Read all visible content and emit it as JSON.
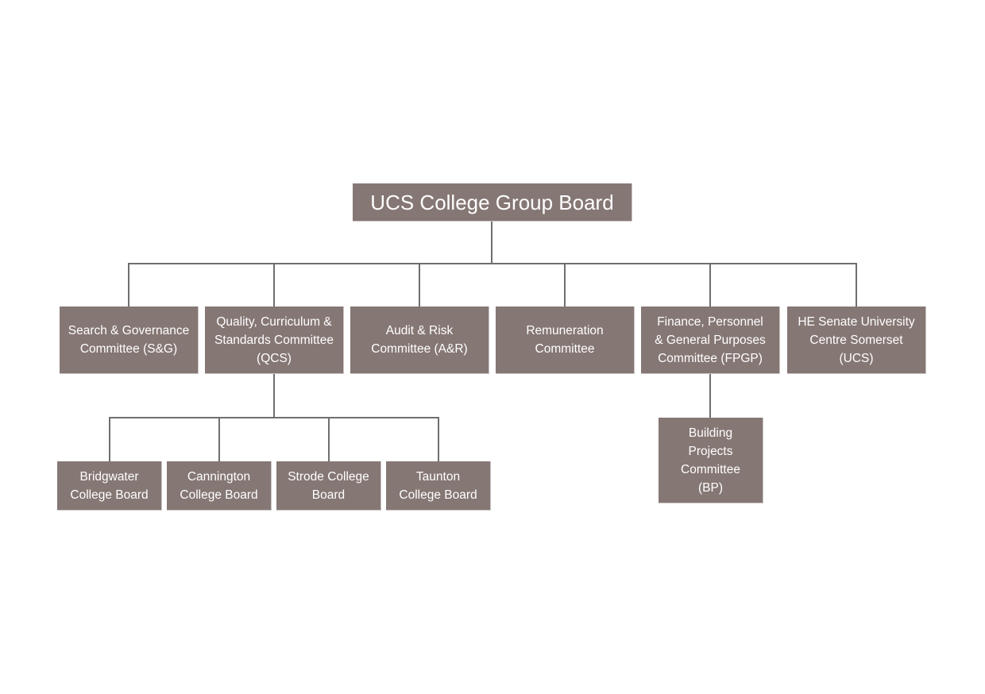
{
  "diagram": {
    "root": {
      "label": "UCS College Group Board"
    },
    "committees": [
      {
        "label": "Search & Governance\nCommittee (S&G)"
      },
      {
        "label": "Quality, Curriculum &\nStandards Committee\n(QCS)"
      },
      {
        "label": "Audit & Risk\nCommittee (A&R)"
      },
      {
        "label": "Remuneration\nCommittee"
      },
      {
        "label": "Finance, Personnel\n& General Purposes\nCommittee (FPGP)"
      },
      {
        "label": "HE Senate University\nCentre Somerset\n(UCS)"
      }
    ],
    "qcs_children": [
      {
        "label": "Bridgwater\nCollege Board"
      },
      {
        "label": "Cannington\nCollege Board"
      },
      {
        "label": "Strode College\nBoard"
      },
      {
        "label": "Taunton\nCollege Board"
      }
    ],
    "fpgp_children": [
      {
        "label": "Building\nProjects\nCommittee\n(BP)"
      }
    ]
  },
  "colors": {
    "box": "#857774",
    "text": "#ffffff",
    "connector": "#6f6f6f"
  }
}
